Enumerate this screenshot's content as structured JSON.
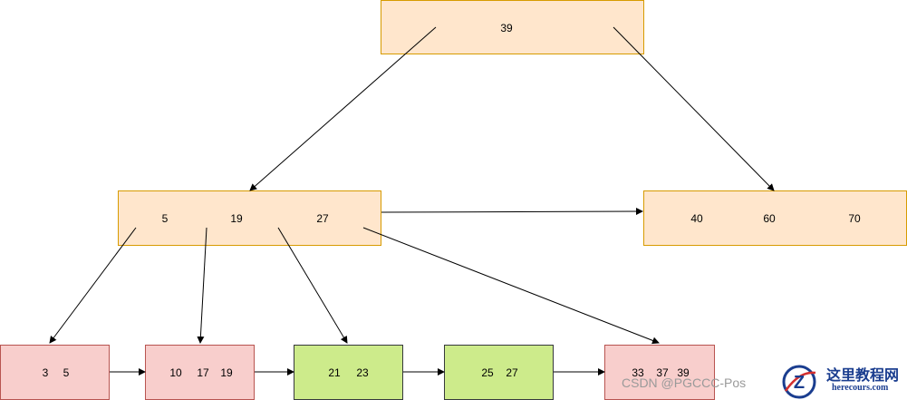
{
  "tree": {
    "root": {
      "keys": [
        "39"
      ]
    },
    "internal_left": {
      "keys": [
        "5",
        "19",
        "27"
      ]
    },
    "internal_right": {
      "keys": [
        "40",
        "60",
        "70"
      ]
    },
    "leaves": [
      {
        "keys": [
          "3",
          "5"
        ],
        "color": "#f8cecc"
      },
      {
        "keys": [
          "10",
          "17",
          "19"
        ],
        "color": "#f8cecc"
      },
      {
        "keys": [
          "21",
          "23"
        ],
        "color": "#cdeb8b"
      },
      {
        "keys": [
          "25",
          "27"
        ],
        "color": "#cdeb8b"
      },
      {
        "keys": [
          "33",
          "37",
          "39"
        ],
        "color": "#f8cecc"
      }
    ]
  },
  "colors": {
    "internal_fill": "#ffe6cc",
    "internal_border": "#d79b00",
    "leaf_pink": "#f8cecc",
    "leaf_green": "#cdeb8b"
  },
  "watermark": {
    "text": "CSDN @PGCCC-Pos"
  },
  "logo": {
    "name": "这里教程网",
    "url": "herecours.com"
  }
}
